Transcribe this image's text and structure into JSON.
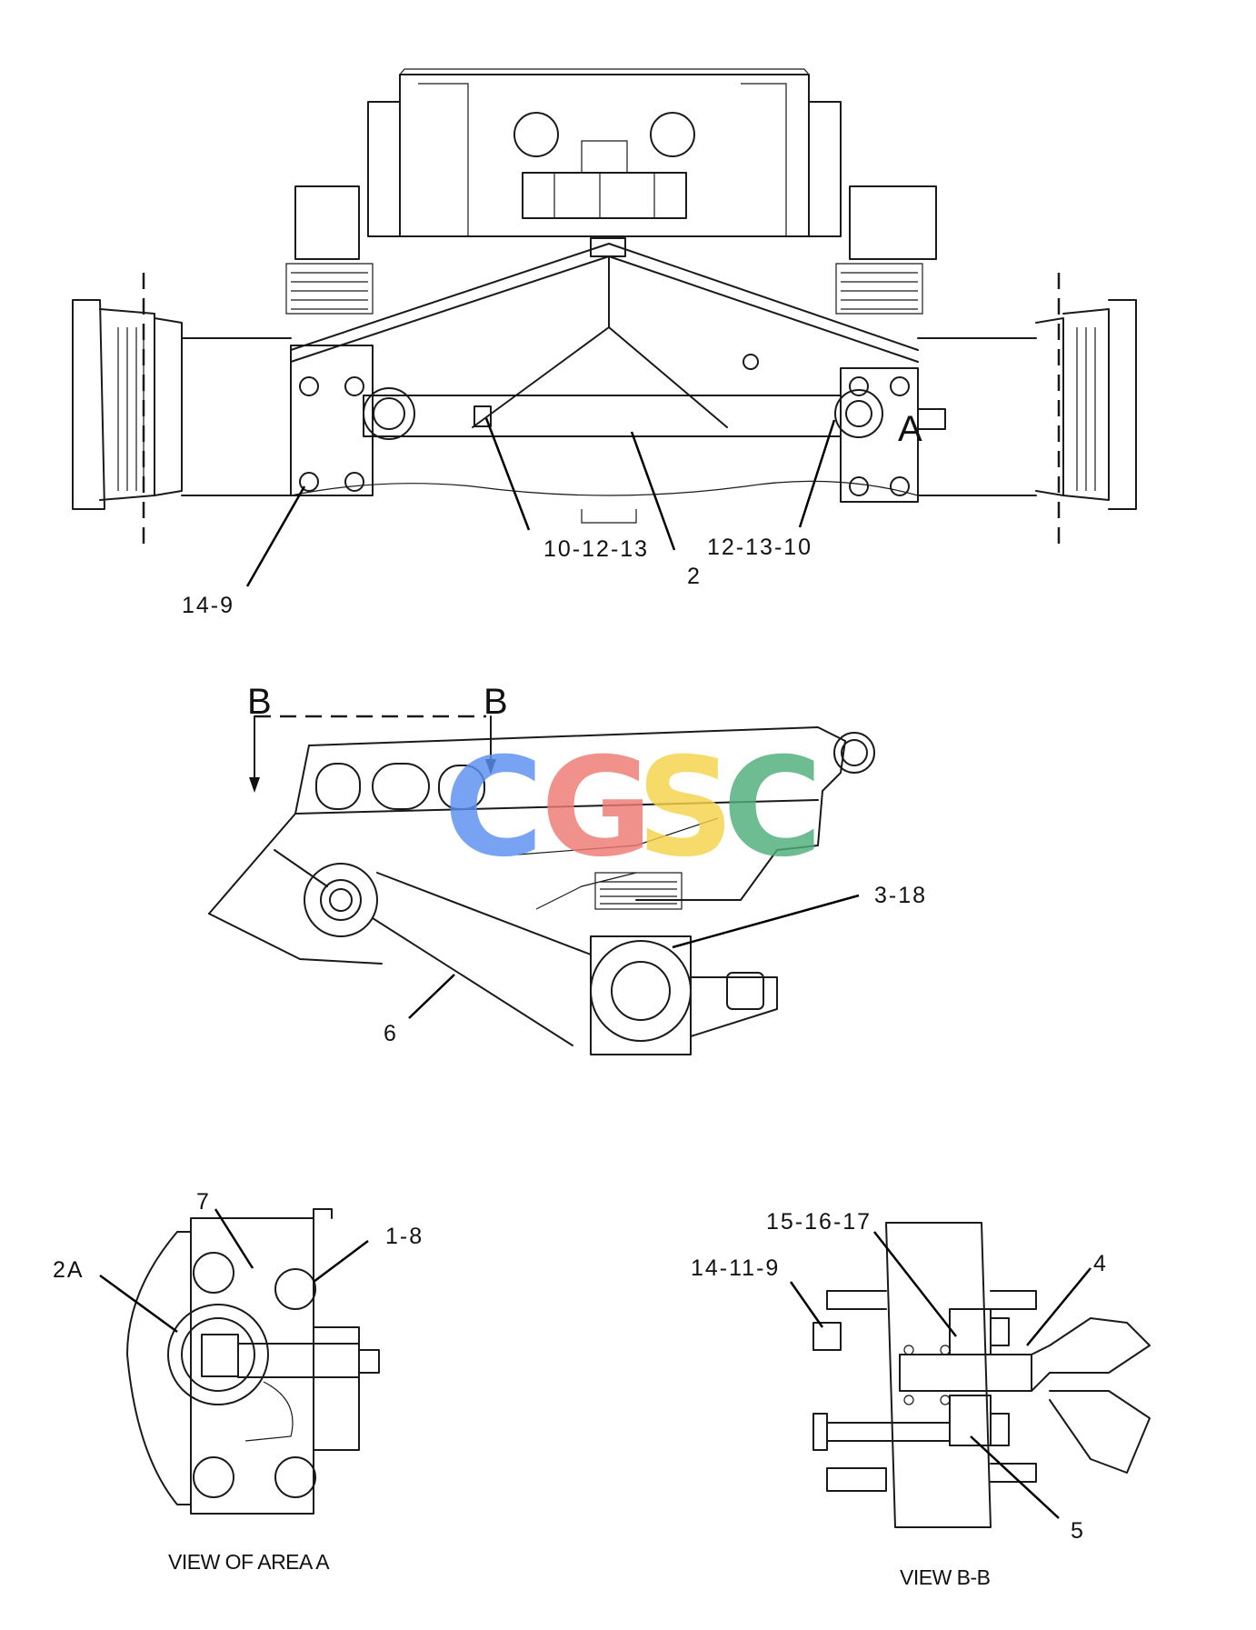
{
  "callouts": {
    "c_14_9_top": "14-9",
    "c_10_12_13": "10-12-13",
    "c_2": "2",
    "c_12_13_10": "12-13-10",
    "area_a": "A",
    "section_b_left": "B",
    "section_b_right": "B",
    "c_3_18": "3-18",
    "c_6": "6",
    "c_7": "7",
    "c_1_8": "1-8",
    "c_2a": "2A",
    "c_15_16_17": "15-16-17",
    "c_14_11_9": "14-11-9",
    "c_4": "4",
    "c_5": "5"
  },
  "captions": {
    "view_area_a": "VIEW OF AREA A",
    "view_b_b": "VIEW B-B"
  },
  "watermark": {
    "letters": [
      "C",
      "G",
      "S",
      "C"
    ],
    "colors": [
      "#5b8ff0",
      "#ef7a72",
      "#f5d24a",
      "#4fae7a"
    ]
  }
}
